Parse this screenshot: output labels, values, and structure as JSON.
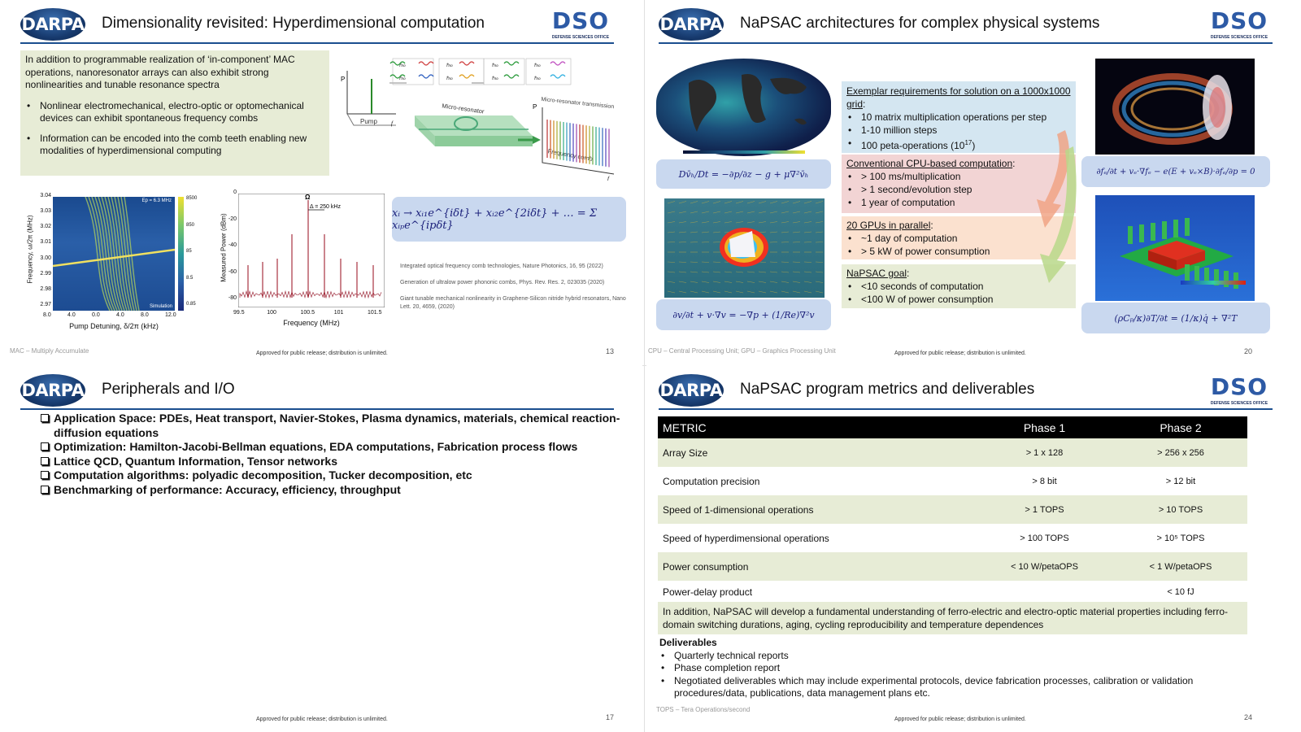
{
  "common": {
    "brand": "DARPA",
    "dso_big": "DSO",
    "dso_small": "DEFENSE SCIENCES OFFICE",
    "approved": "Approved for public release; distribution is unlimited.",
    "accent": "#1b4f8f"
  },
  "s1": {
    "title": "Dimensionality revisited: Hyperdimensional computation",
    "intro": "In addition to programmable realization of ‘in-component’ MAC operations, nanoresonator arrays can also exhibit strong nonlinearities and tunable resonance spectra",
    "bullets": [
      "Nonlinear electromechanical, electro-optic or optomechanical devices can exhibit spontaneous frequency combs",
      "Information can be encoded into the comb teeth enabling new modalities of hyperdimensional computing"
    ],
    "fig": {
      "ylabel": "ℏω",
      "pump": "Pump",
      "micro": "Micro-resonator",
      "transmission": "Micro-resonator transmission",
      "comb": "Frequency comb",
      "p": "P",
      "f": "f"
    },
    "spectrogram": {
      "yticks": [
        "3.04",
        "3.03",
        "3.02",
        "3.01",
        "3.00",
        "2.99",
        "2.98",
        "2.97"
      ],
      "xticks": [
        "8.0",
        "4.0",
        "0.0",
        "4.0",
        "8.0",
        "12.0"
      ],
      "ylabel": "Frequency, ω/2π (MHz)",
      "xlabel": "Pump Detuning, δ/2π (kHz)",
      "cbar": [
        "8500",
        "850",
        "85",
        "8.5",
        "0.85"
      ],
      "tag": "Simulation",
      "legend": "Ep = 6.3 MHz"
    },
    "spectrum": {
      "yticks": [
        "0",
        "-20",
        "-40",
        "-60",
        "-80"
      ],
      "xticks": [
        "99.5",
        "100",
        "100.5",
        "101",
        "101.5"
      ],
      "ylabel": "Measured Power (dBm)",
      "xlabel": "Frequency (MHz)",
      "omega": "Ω",
      "delta": "Δ = 250 kHz"
    },
    "equation": "xᵢ → xᵢ₁e^{iδt} + xᵢ₂e^{2iδt} + … = Σ xᵢₚe^{ipδt}",
    "refs": [
      "Integrated optical frequency comb technologies, Nature Photonics, 16, 95 (2022)",
      "Generation of ultralow power phononic combs, Phys. Rev. Res. 2, 023035 (2020)",
      "Giant tunable mechanical nonlinearity in Graphene-Silicon nitride hybrid resonators, Nano Lett. 20, 4659, (2020)"
    ],
    "foot_left": "MAC – Multiply Accumulate",
    "page": "13"
  },
  "s2": {
    "title": "NaPSAC architectures for complex physical systems",
    "eq1": "Dv̄ₕ/Dt = −∂p/∂z − g + μ∇²v̄ₕ",
    "eq2": "∂v/∂t + v·∇v = −∇p + (1/Re)∇²v",
    "eq3": "∂fₑ/∂t + vₑ·∇fₑ − e(E + vₑ×B)·∂fₑ/∂p = 0",
    "eq4": "(ρCₚ/κ)∂T/∂t = (1/κ)q̇ + ∇²T",
    "req_head": "Exemplar requirements for solution on a 1000x1000 grid",
    "req_items": [
      "10 matrix multiplication operations per step",
      "1-10 million steps",
      "100 peta-operations (10"
    ],
    "req_sup": "17",
    "cpu_head": "Conventional CPU-based computation",
    "cpu_items": [
      "> 100 ms/multiplication",
      "> 1 second/evolution step",
      "1 year of computation"
    ],
    "gpu_head": "20 GPUs in parallel",
    "gpu_items": [
      "~1 day of computation",
      "> 5 kW of power consumption"
    ],
    "goal_head": "NaPSAC goal",
    "goal_items": [
      "<10 seconds of computation",
      "<100 W of power consumption"
    ],
    "foot_left": "CPU – Central Processing Unit; GPU – Graphics Processing Unit",
    "page": "20"
  },
  "s3": {
    "title": "Peripherals and I/O",
    "items": [
      "Application Space: PDEs, Heat transport, Navier-Stokes, Plasma dynamics, materials, chemical reaction-diffusion equations",
      "Optimization: Hamilton-Jacobi-Bellman equations, EDA computations, Fabrication process flows",
      "Lattice QCD, Quantum Information, Tensor networks",
      "Computation algorithms: polyadic decomposition, Tucker decomposition, etc",
      "Benchmarking of performance: Accuracy, efficiency, throughput"
    ],
    "page": "17"
  },
  "s4": {
    "title": "NaPSAC program metrics and deliverables",
    "headers": [
      "METRIC",
      "Phase 1",
      "Phase 2"
    ],
    "rows": [
      [
        "Array Size",
        "> 1 x 128",
        "> 256 x 256"
      ],
      [
        "Computation precision",
        "> 8 bit",
        "> 12 bit"
      ],
      [
        "Speed of 1-dimensional operations",
        "> 1 TOPS",
        "> 10 TOPS"
      ],
      [
        "Speed of hyperdimensional operations",
        "> 100 TOPS",
        "> 10⁵ TOPS"
      ],
      [
        "Power consumption",
        "< 10 W/petaOPS",
        "< 1 W/petaOPS"
      ],
      [
        "Power-delay product",
        "",
        "< 10 fJ"
      ]
    ],
    "addition": "In addition, NaPSAC will develop a fundamental understanding of ferro-electric and electro-optic material properties including ferro-domain switching durations, aging, cycling reproducibility and temperature dependences",
    "deliv_head": "Deliverables",
    "deliv_items": [
      "Quarterly technical reports",
      "Phase completion report",
      "Negotiated deliverables which may include experimental protocols, device fabrication processes, calibration or validation procedures/data, publications, data management plans etc."
    ],
    "foot_left": "TOPS – Tera Operations/second",
    "page": "24"
  }
}
